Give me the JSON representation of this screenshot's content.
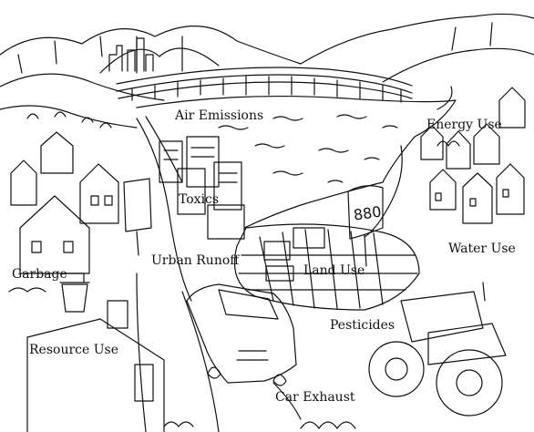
{
  "labels": {
    "air_emissions": "Air Emissions",
    "energy_use": "Energy Use",
    "toxics": "Toxics",
    "water_use": "Water Use",
    "urban_runoff": "Urban Runoff",
    "land_use": "Land Use",
    "garbage": "Garbage",
    "pesticides": "Pesticides",
    "resource_use": "Resource Use",
    "car_exhaust": "Car Exhaust"
  },
  "sign_text": "880",
  "colors": {
    "ink": "#111111",
    "paper": "#ffffff"
  }
}
